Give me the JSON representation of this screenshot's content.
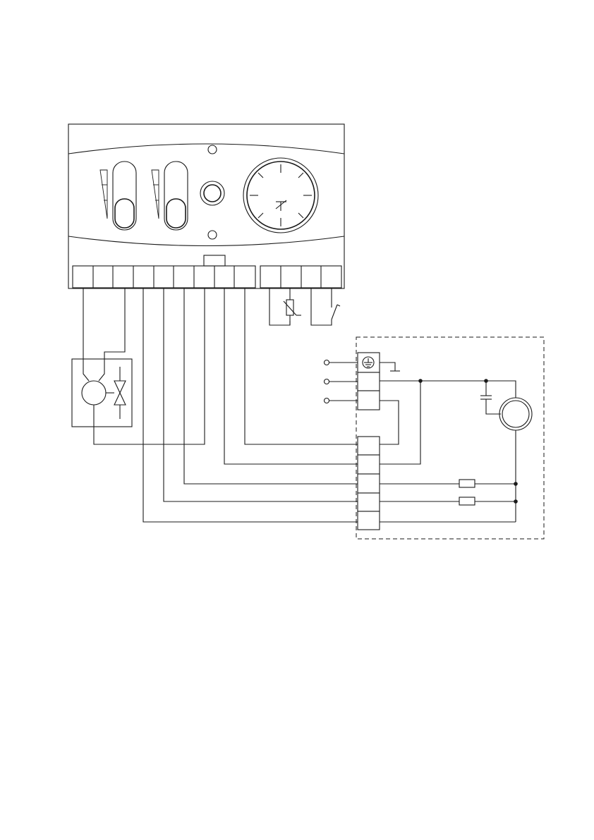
{
  "diagram": {
    "type": "wiring-diagram",
    "controller": {
      "terminal_strip_main_count": 9,
      "terminal_strip_aux_count": 4,
      "controls": [
        "slider-control",
        "slider-control",
        "push-button",
        "timer-dial"
      ]
    },
    "components": [
      "pump-motor",
      "valve",
      "sensor-resistor",
      "switch",
      "fan-motor",
      "capacitor",
      "resistor",
      "resistor",
      "earth-terminal"
    ],
    "appliance_box": {
      "terminal_count": 8,
      "border": "dashed"
    },
    "supply_inputs": 3
  }
}
